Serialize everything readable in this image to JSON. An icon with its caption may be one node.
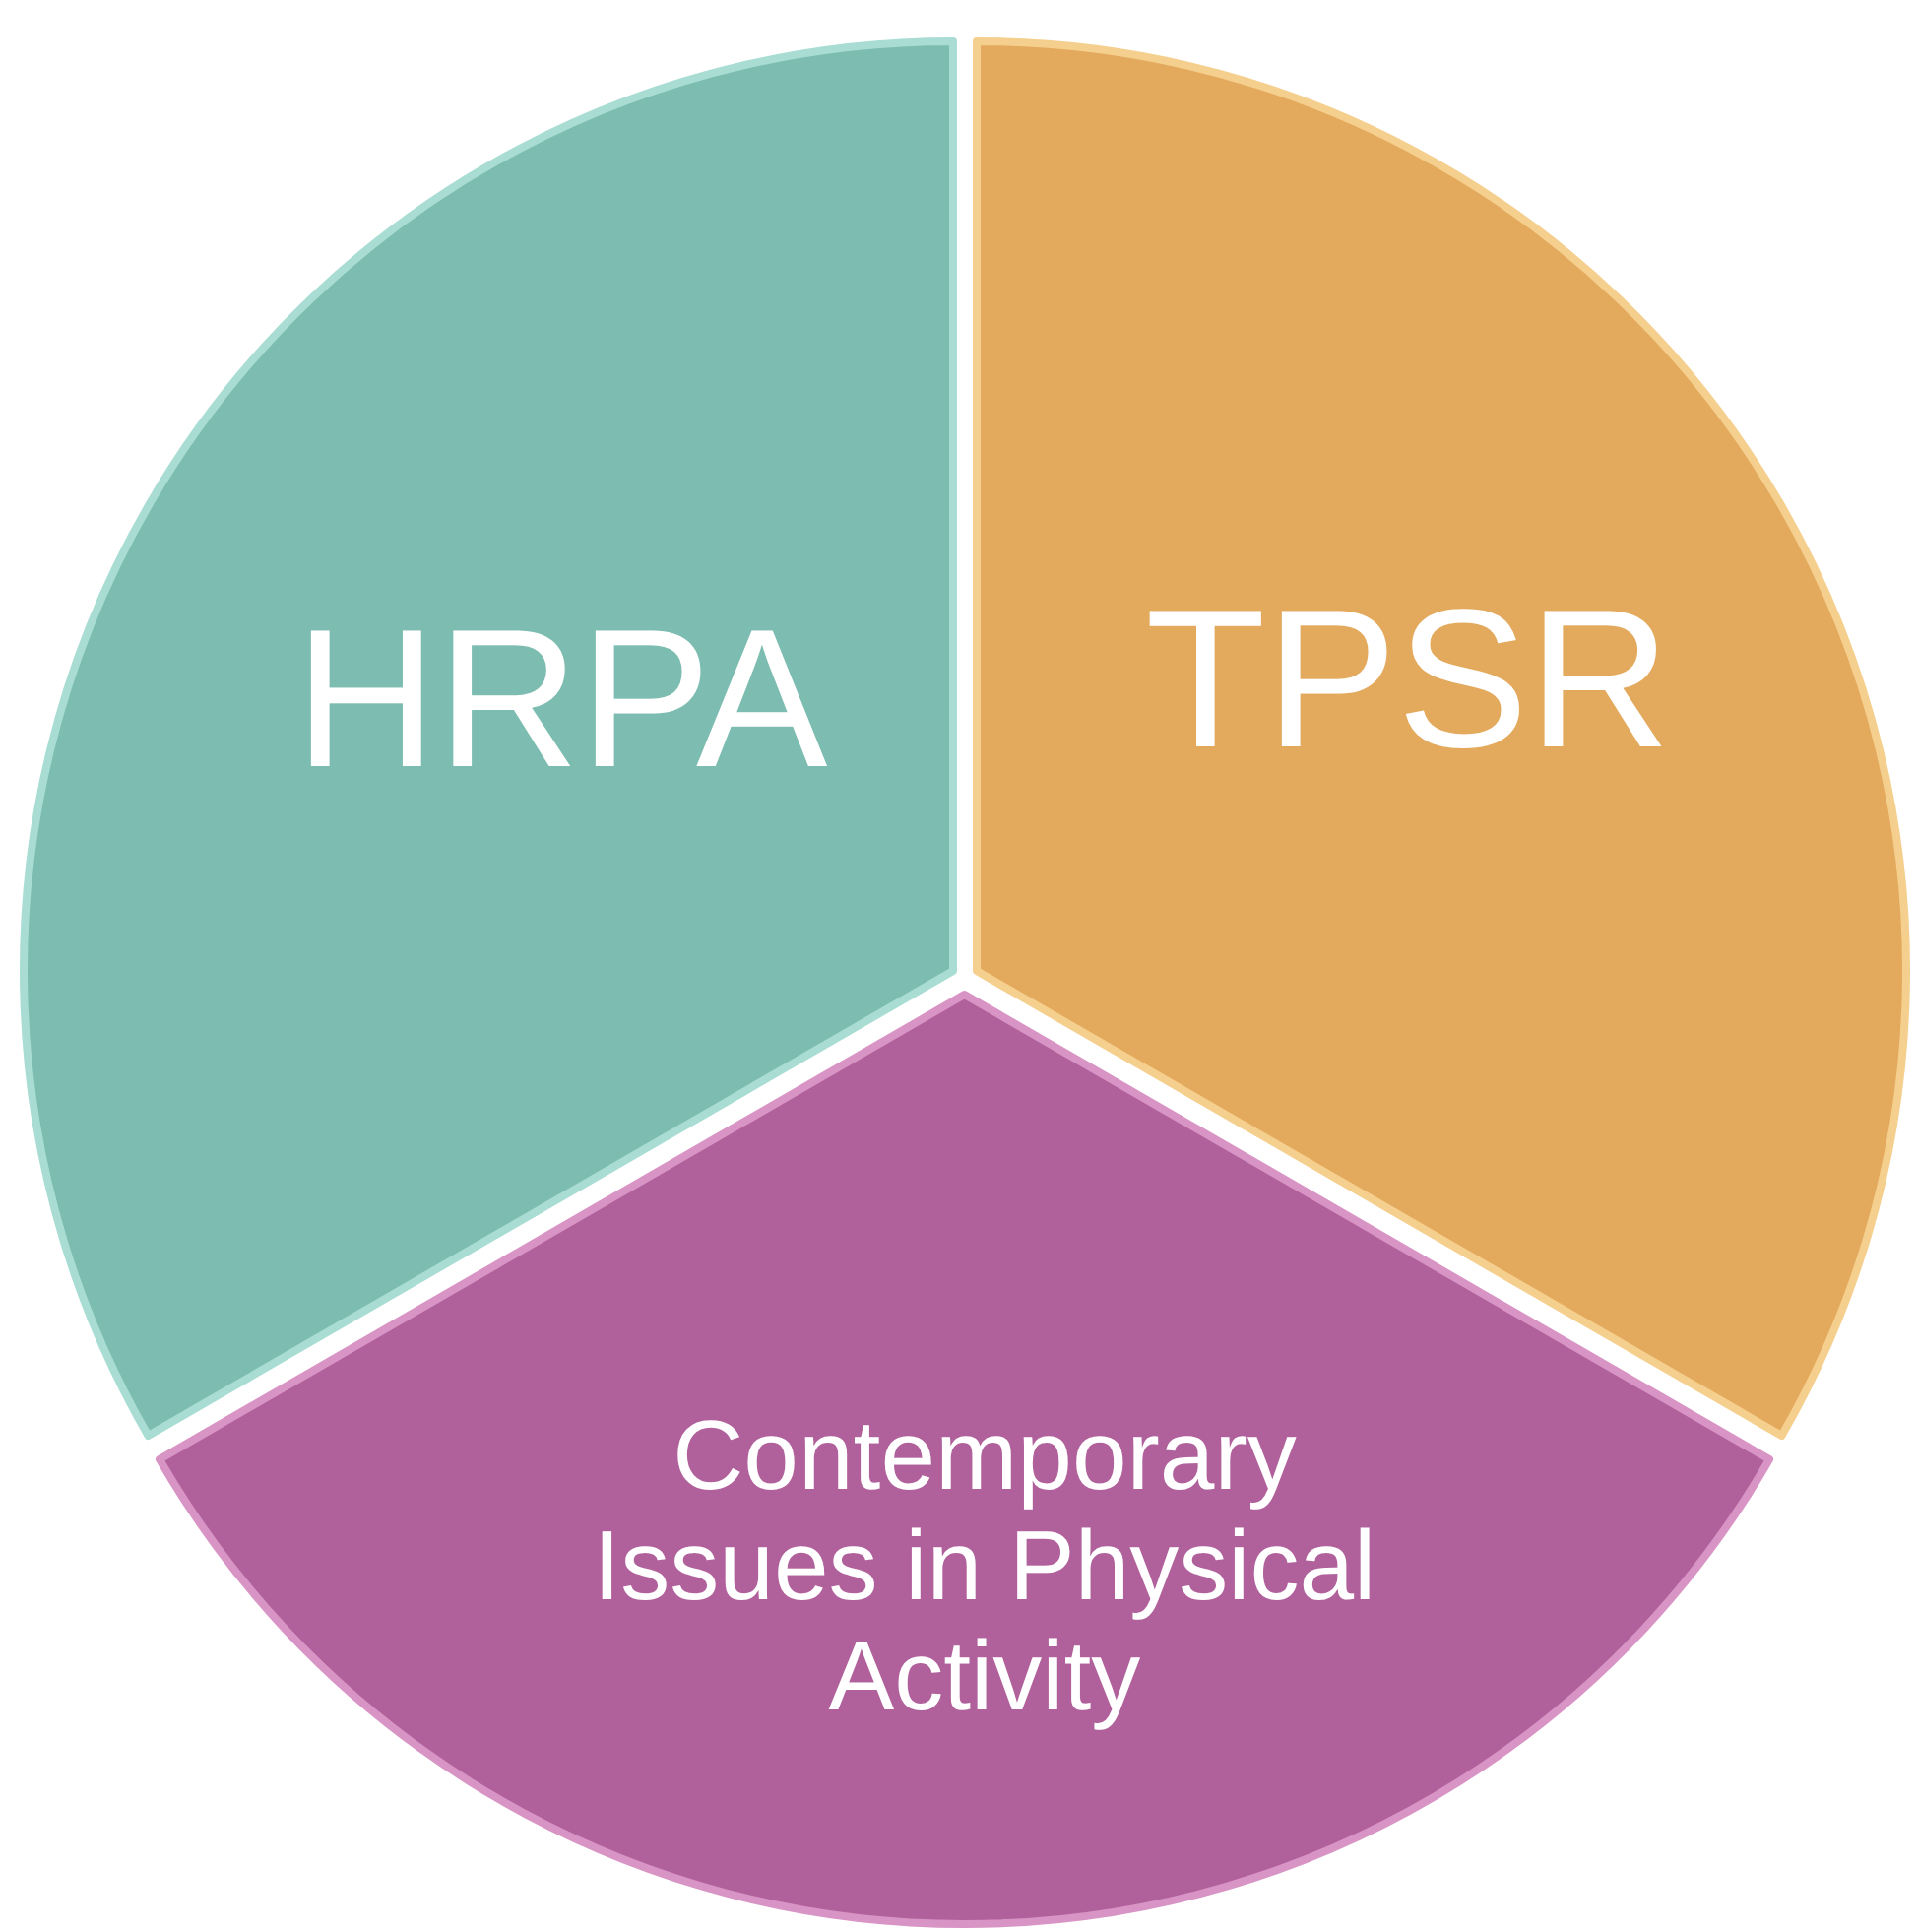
{
  "diagram": {
    "nodes": [
      {
        "text": [
          "HRPA"
        ]
      },
      {
        "text": [
          "TPSR"
        ]
      },
      {
        "text": [
          "Contemporary Issues in Physical Activity"
        ]
      }
    ],
    "edges": []
  }
}
